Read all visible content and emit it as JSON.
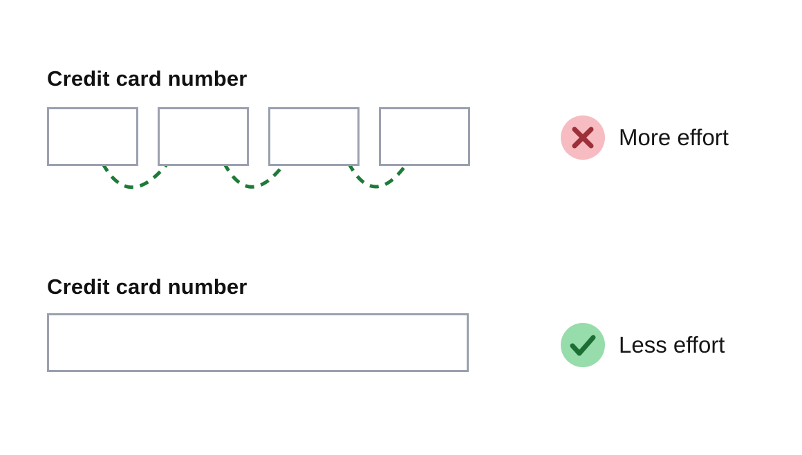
{
  "colors": {
    "page_bg": "#ffffff",
    "box_border": "#9aa0ae",
    "arrow_green": "#1e7a38",
    "label_text": "#111111",
    "effort_text": "#161616",
    "bad_circle_bg": "#f7bcc1",
    "bad_glyph": "#9c3038",
    "good_circle_bg": "#97dcab",
    "good_glyph": "#1d6e34"
  },
  "top_section": {
    "label": "Credit card number",
    "segment_count": 4,
    "segment_values": [
      "",
      "",
      "",
      ""
    ],
    "arrow_icon": "tab-jump-arrow-icon",
    "verdict": {
      "icon": "x-icon",
      "label": "More effort"
    }
  },
  "bottom_section": {
    "label": "Credit card number",
    "input_value": "",
    "input_placeholder": "",
    "verdict": {
      "icon": "check-icon",
      "label": "Less effort"
    }
  }
}
